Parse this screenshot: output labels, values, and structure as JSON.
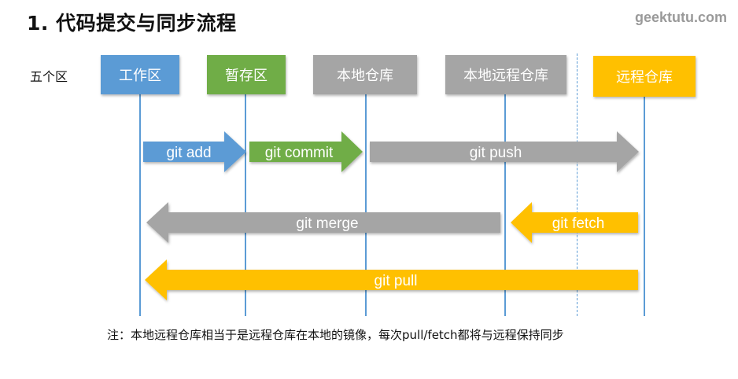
{
  "header": {
    "title": "1. 代码提交与同步流程",
    "brand": "geektutu.com"
  },
  "row_label": "五个区",
  "zones": [
    {
      "label": "工作区",
      "color": "#5b9bd5"
    },
    {
      "label": "暂存区",
      "color": "#70ad47"
    },
    {
      "label": "本地仓库",
      "color": "#a5a5a5"
    },
    {
      "label": "本地远程仓库",
      "color": "#a5a5a5"
    },
    {
      "label": "远程仓库",
      "color": "#ffc000"
    }
  ],
  "arrows": [
    {
      "label": "git add",
      "direction": "right",
      "color": "#5b9bd5",
      "from_zone": 0,
      "to_zone": 1
    },
    {
      "label": "git commit",
      "direction": "right",
      "color": "#70ad47",
      "from_zone": 1,
      "to_zone": 2
    },
    {
      "label": "git push",
      "direction": "right",
      "color": "#a5a5a5",
      "from_zone": 2,
      "to_zone": 4
    },
    {
      "label": "git merge",
      "direction": "left",
      "color": "#a5a5a5",
      "from_zone": 3,
      "to_zone": 0
    },
    {
      "label": "git fetch",
      "direction": "left",
      "color": "#ffc000",
      "from_zone": 4,
      "to_zone": 3
    },
    {
      "label": "git pull",
      "direction": "left",
      "color": "#ffc000",
      "from_zone": 4,
      "to_zone": 0
    }
  ],
  "note": "注：本地远程仓库相当于是远程仓库在本地的镜像，每次pull/fetch都将与远程保持同步"
}
